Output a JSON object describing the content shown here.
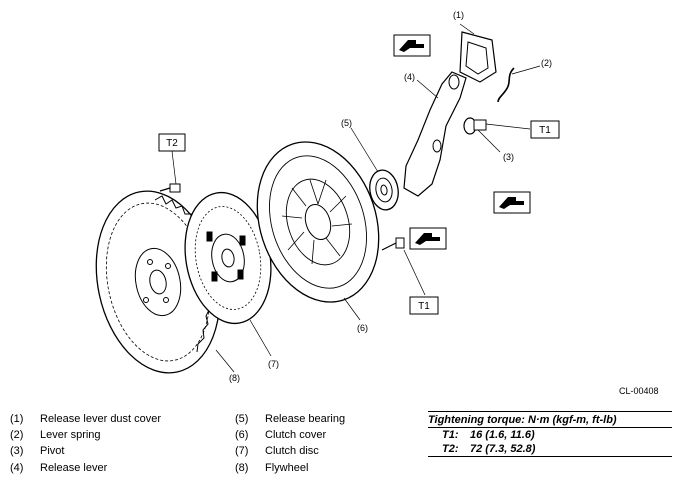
{
  "figure_code": "CL-00408",
  "callouts": {
    "c1": "(1)",
    "c2": "(2)",
    "c3": "(3)",
    "c4": "(4)",
    "c5": "(5)",
    "c6": "(6)",
    "c7": "(7)",
    "c8": "(8)"
  },
  "torque_boxes": {
    "t1": "T1",
    "t2": "T2"
  },
  "legend": [
    {
      "num": "(1)",
      "label": "Release lever dust cover"
    },
    {
      "num": "(2)",
      "label": "Lever spring"
    },
    {
      "num": "(3)",
      "label": "Pivot"
    },
    {
      "num": "(4)",
      "label": "Release lever"
    },
    {
      "num": "(5)",
      "label": "Release bearing"
    },
    {
      "num": "(6)",
      "label": "Clutch cover"
    },
    {
      "num": "(7)",
      "label": "Clutch disc"
    },
    {
      "num": "(8)",
      "label": "Flywheel"
    }
  ],
  "torque_table": {
    "header": "Tightening torque: N·m (kgf-m, ft-lb)",
    "rows": [
      {
        "key": "T1:",
        "value": "16 (1.6, 11.6)"
      },
      {
        "key": "T2:",
        "value": "72 (7.3, 52.8)"
      }
    ]
  },
  "icons": [
    "grease-icon",
    "grease-icon",
    "grease-icon"
  ]
}
